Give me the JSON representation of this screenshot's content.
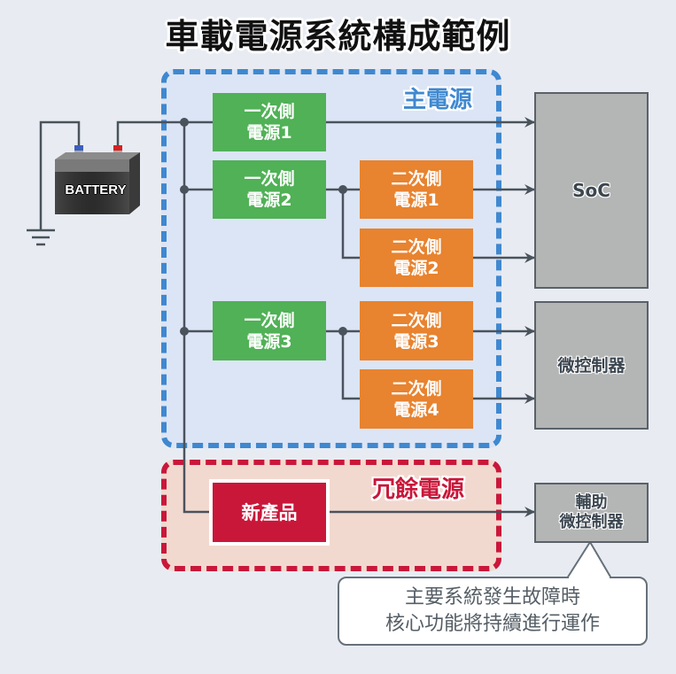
{
  "title": "車載電源系統構成範例",
  "zones": {
    "main": {
      "label": "主電源",
      "color": "#3f88d0"
    },
    "redundant": {
      "label": "冗餘電源",
      "color": "#c9173a"
    }
  },
  "battery": {
    "label": "BATTERY"
  },
  "primary_sources": [
    {
      "line1": "一次側",
      "line2": "電源1"
    },
    {
      "line1": "一次側",
      "line2": "電源2"
    },
    {
      "line1": "一次側",
      "line2": "電源3"
    }
  ],
  "secondary_sources": [
    {
      "line1": "二次側",
      "line2": "電源1"
    },
    {
      "line1": "二次側",
      "line2": "電源2"
    },
    {
      "line1": "二次側",
      "line2": "電源3"
    },
    {
      "line1": "二次側",
      "line2": "電源4"
    }
  ],
  "new_product": {
    "label": "新產品"
  },
  "loads": {
    "soc": {
      "label": "SoC"
    },
    "mcu": {
      "label": "微控制器"
    },
    "aux_mcu": {
      "line1": "輔助",
      "line2": "微控制器"
    }
  },
  "callout": {
    "line1": "主要系統發生故障時",
    "line2": "核心功能將持續進行運作"
  },
  "colors": {
    "primary": "#50b156",
    "secondary": "#e8832f",
    "new_product": "#c9173a",
    "load": "#b4b5b5",
    "wire": "#4a535c"
  }
}
